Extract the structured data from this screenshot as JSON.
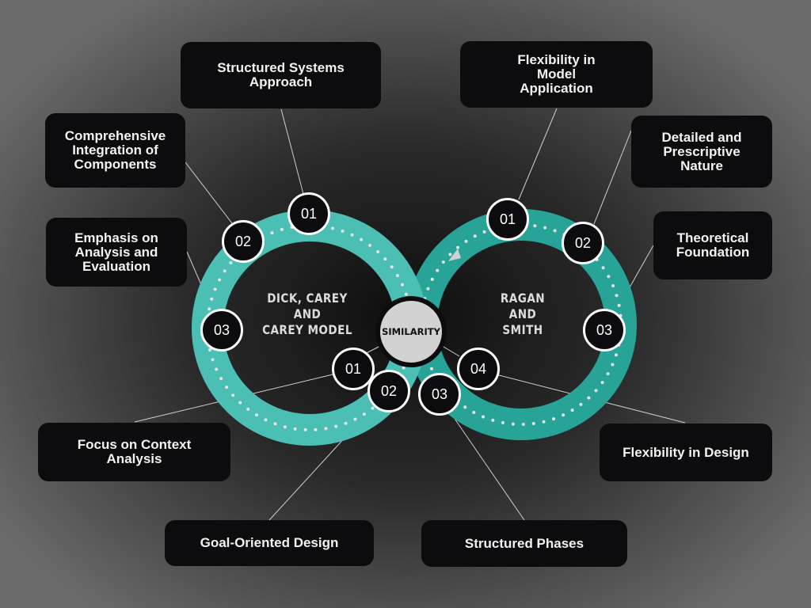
{
  "colors": {
    "left_ring": "#4bbfb4",
    "right_ring": "#27a398",
    "box": "#0c0c0f",
    "center": "#d2d2d2"
  },
  "left_model": {
    "title_lines": [
      "DICK, CAREY",
      "AND",
      "CAREY MODEL"
    ],
    "items": [
      {
        "number": "01",
        "label": "Structured Systems Approach"
      },
      {
        "number": "02",
        "label": "Comprehensive Integration of Components"
      },
      {
        "number": "03",
        "label": "Emphasis on Analysis and Evaluation"
      }
    ]
  },
  "right_model": {
    "title_lines": [
      "RAGAN",
      "AND",
      "SMITH"
    ],
    "items": [
      {
        "number": "01",
        "label": "Flexibility in Model Application"
      },
      {
        "number": "02",
        "label": "Detailed and Prescriptive Nature"
      },
      {
        "number": "03",
        "label": "Theoretical Foundation"
      }
    ]
  },
  "similarity": {
    "label": "SIMILARITY",
    "items": [
      {
        "number": "01",
        "label": "Focus on Context Analysis"
      },
      {
        "number": "02",
        "label": "Goal-Oriented Design"
      },
      {
        "number": "03",
        "label": "Structured Phases"
      },
      {
        "number": "04",
        "label": "Flexibility in Design"
      }
    ]
  }
}
